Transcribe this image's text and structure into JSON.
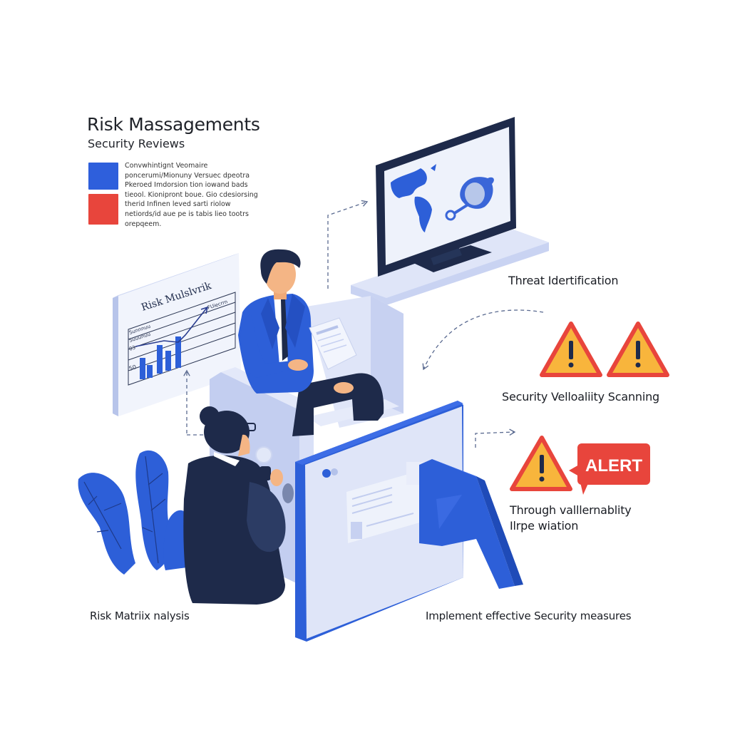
{
  "header": {
    "title": "Risk Massagements",
    "subtitle": "Security Reviews"
  },
  "legend": {
    "swatches": [
      {
        "name": "blue",
        "color": "#2e5fdc"
      },
      {
        "name": "red",
        "color": "#e8453c"
      }
    ],
    "text_lines": [
      "Convwhintignt Veomaire",
      "poncerumi/Mionuny Versuec dpeotra",
      "Pkeroed Imdorsion tion iowand bads",
      "tieool. Kionipront boue. Gio cdesiorsing",
      "therid Infinen leved sarti riolow",
      "netiords/id aue pe is tabis lieo tootrs",
      "orepqeem."
    ]
  },
  "risk_board": {
    "title": "Risk Mulslvrik",
    "row_labels": [
      "Sunnnuu",
      "Suuunuu",
      "03",
      "50"
    ],
    "annotation": "FUiecrrn",
    "bars": [
      0.55,
      0.35,
      0.8,
      0.6,
      1.0
    ]
  },
  "labels": {
    "threat_identification": "Threat Idertification",
    "vulnerability_scanning": "Security Velloaliity Scanning",
    "alert_text_line1": "Through valllernablity",
    "alert_text_line2": "Ilrpe wiation",
    "risk_matrix_analysis": "Risk Matriix nalysis",
    "implement_measures": "Implement effective Security measures"
  },
  "alert": {
    "badge": "ALERT"
  },
  "colors": {
    "primary_blue": "#2d5fd8",
    "navy": "#1e2a4a",
    "light_panel": "#dbe2f7",
    "alert_red": "#e8453c",
    "warning_yellow": "#f8b53c",
    "skin": "#f4b585"
  }
}
